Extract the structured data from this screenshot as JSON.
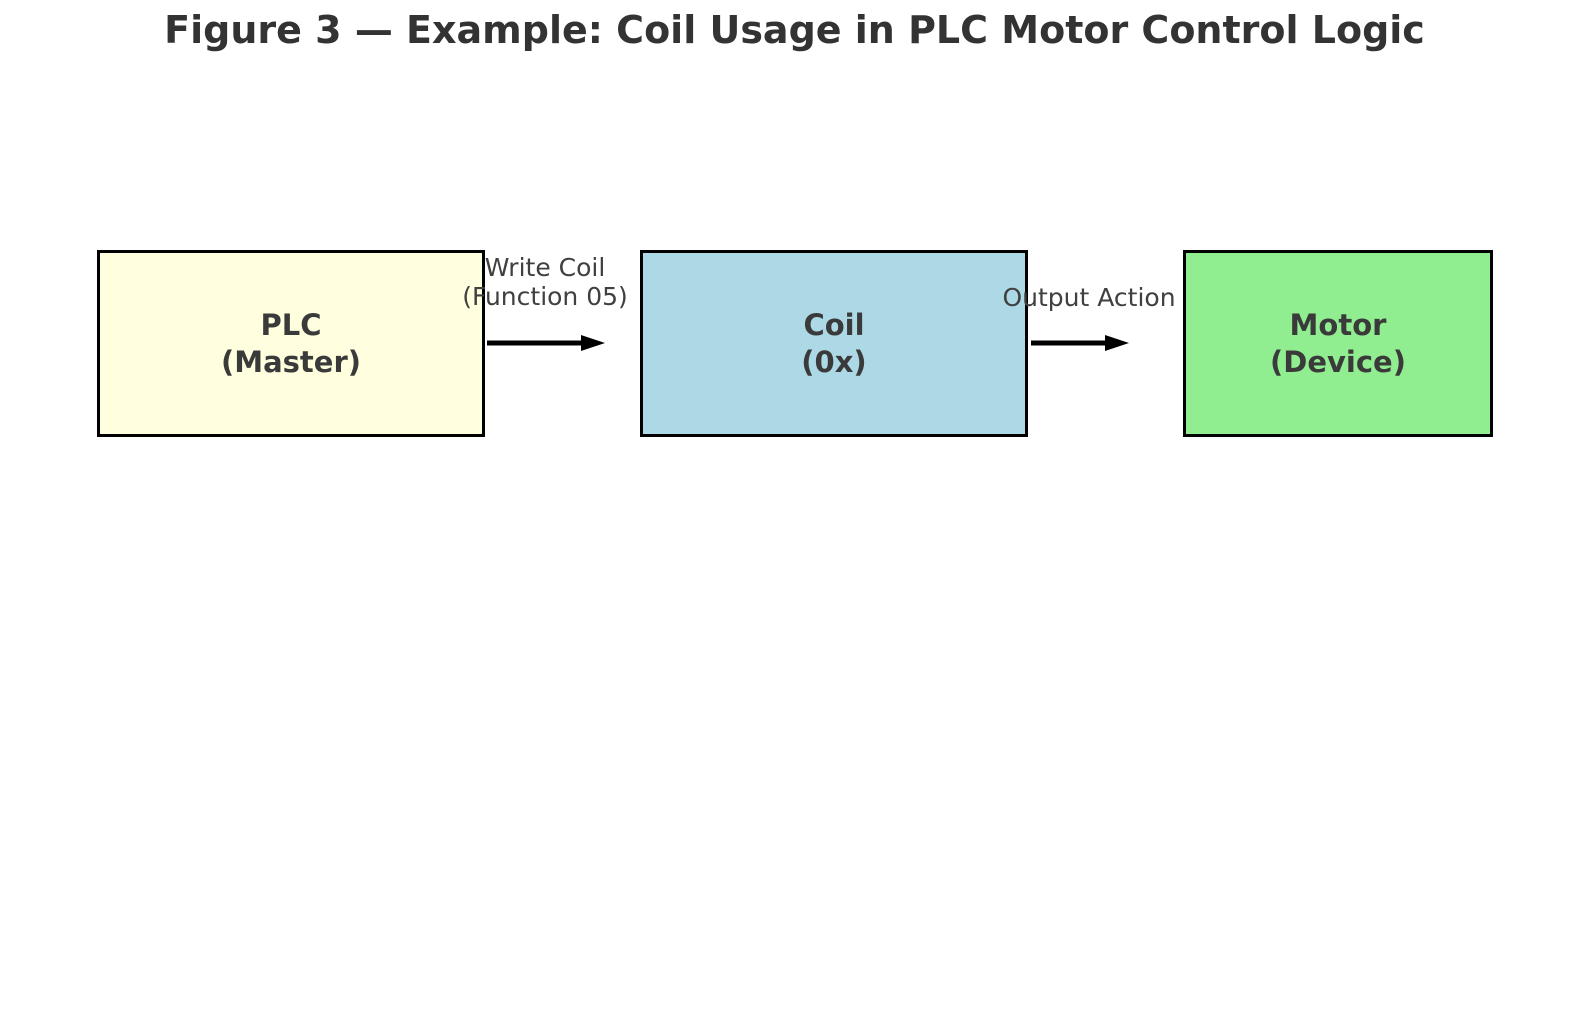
{
  "figure": {
    "title": "Figure 3 — Example: Coil Usage in PLC Motor Control Logic"
  },
  "diagram": {
    "nodes": [
      {
        "id": "plc",
        "lines": [
          "PLC",
          "(Master)"
        ],
        "fill": "#FFFFE0"
      },
      {
        "id": "coil",
        "lines": [
          "Coil",
          "(0x)"
        ],
        "fill": "#ADD8E6"
      },
      {
        "id": "motor",
        "lines": [
          "Motor",
          "(Device)"
        ],
        "fill": "#90EE90"
      }
    ],
    "edges": [
      {
        "id": "plc-to-coil",
        "lines": [
          "Write Coil",
          "(Function 05)"
        ]
      },
      {
        "id": "coil-to-motor",
        "lines": [
          "Output Action"
        ]
      }
    ],
    "colors": {
      "background": "#ffffff",
      "node_border": "#000000",
      "node_text": "#3a3a3a",
      "edge_text": "#404040",
      "title_text": "#333333",
      "arrow": "#000000"
    }
  }
}
